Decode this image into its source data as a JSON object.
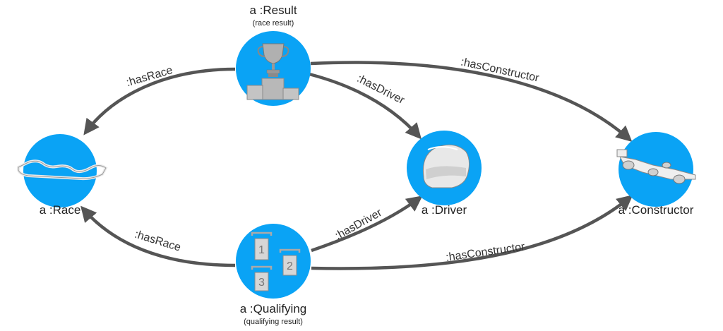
{
  "colors": {
    "node_fill": "#0aa3f5",
    "edge": "#555555",
    "icon_gray": "#b4b4b4",
    "icon_dark": "#7a7a7a",
    "text": "#222222"
  },
  "nodes": {
    "result": {
      "label": "a :Result",
      "sublabel": "(race result)",
      "icon": "trophy-podium-icon"
    },
    "race": {
      "label": "a :Race",
      "icon": "race-track-icon"
    },
    "driver": {
      "label": "a :Driver",
      "icon": "helmet-icon"
    },
    "constructor": {
      "label": "a :Constructor",
      "icon": "race-car-icon"
    },
    "qualifying": {
      "label": "a :Qualifying",
      "sublabel": "(qualifying result)",
      "icon": "grid-positions-icon",
      "positions": [
        "1",
        "2",
        "3"
      ]
    }
  },
  "edges": {
    "result_race": {
      "label": ":hasRace"
    },
    "result_driver": {
      "label": ":hasDriver"
    },
    "result_constructor": {
      "label": ":hasConstructor"
    },
    "qualifying_race": {
      "label": ":hasRace"
    },
    "qualifying_driver": {
      "label": ":hasDriver"
    },
    "qualifying_constructor": {
      "label": ":hasConstructor"
    }
  }
}
